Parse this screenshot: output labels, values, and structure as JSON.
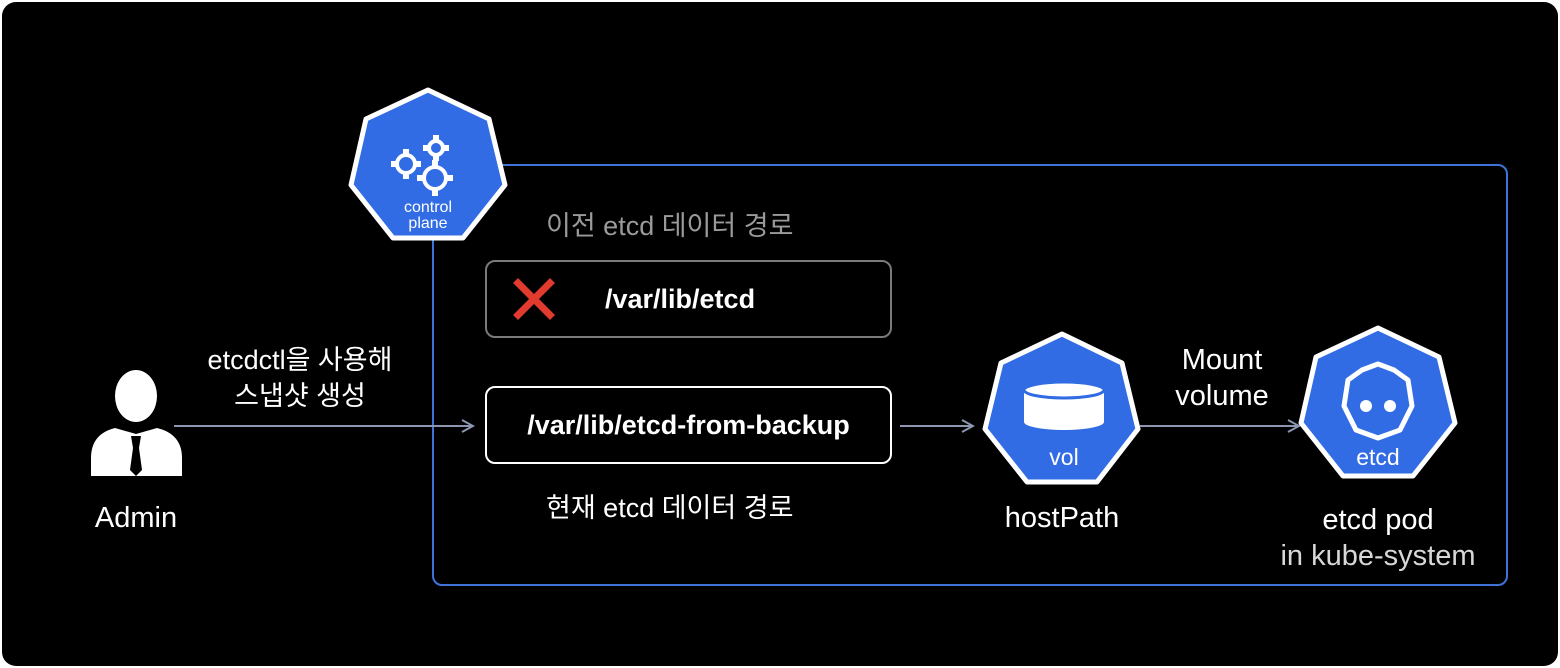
{
  "control_plane": {
    "label_line1": "control",
    "label_line2": "plane"
  },
  "old_path": {
    "caption": "이전 etcd 데이터 경로",
    "path": "/var/lib/etcd"
  },
  "new_path": {
    "caption": "현재 etcd 데이터 경로",
    "path": "/var/lib/etcd-from-backup"
  },
  "admin": {
    "label": "Admin",
    "action_line1": "etcdctl을 사용해",
    "action_line2": "스냅샷 생성"
  },
  "volume": {
    "icon_text": "vol",
    "label": "hostPath"
  },
  "mount": {
    "line1": "Mount",
    "line2": "volume"
  },
  "etcd_pod": {
    "icon_text": "etcd",
    "label_line1": "etcd pod",
    "label_line2": "in kube-system"
  },
  "colors": {
    "k8s_blue": "#326ce5",
    "box_border": "#3f73d9",
    "arrow": "#8c96b0",
    "error_red": "#e03b2e"
  }
}
